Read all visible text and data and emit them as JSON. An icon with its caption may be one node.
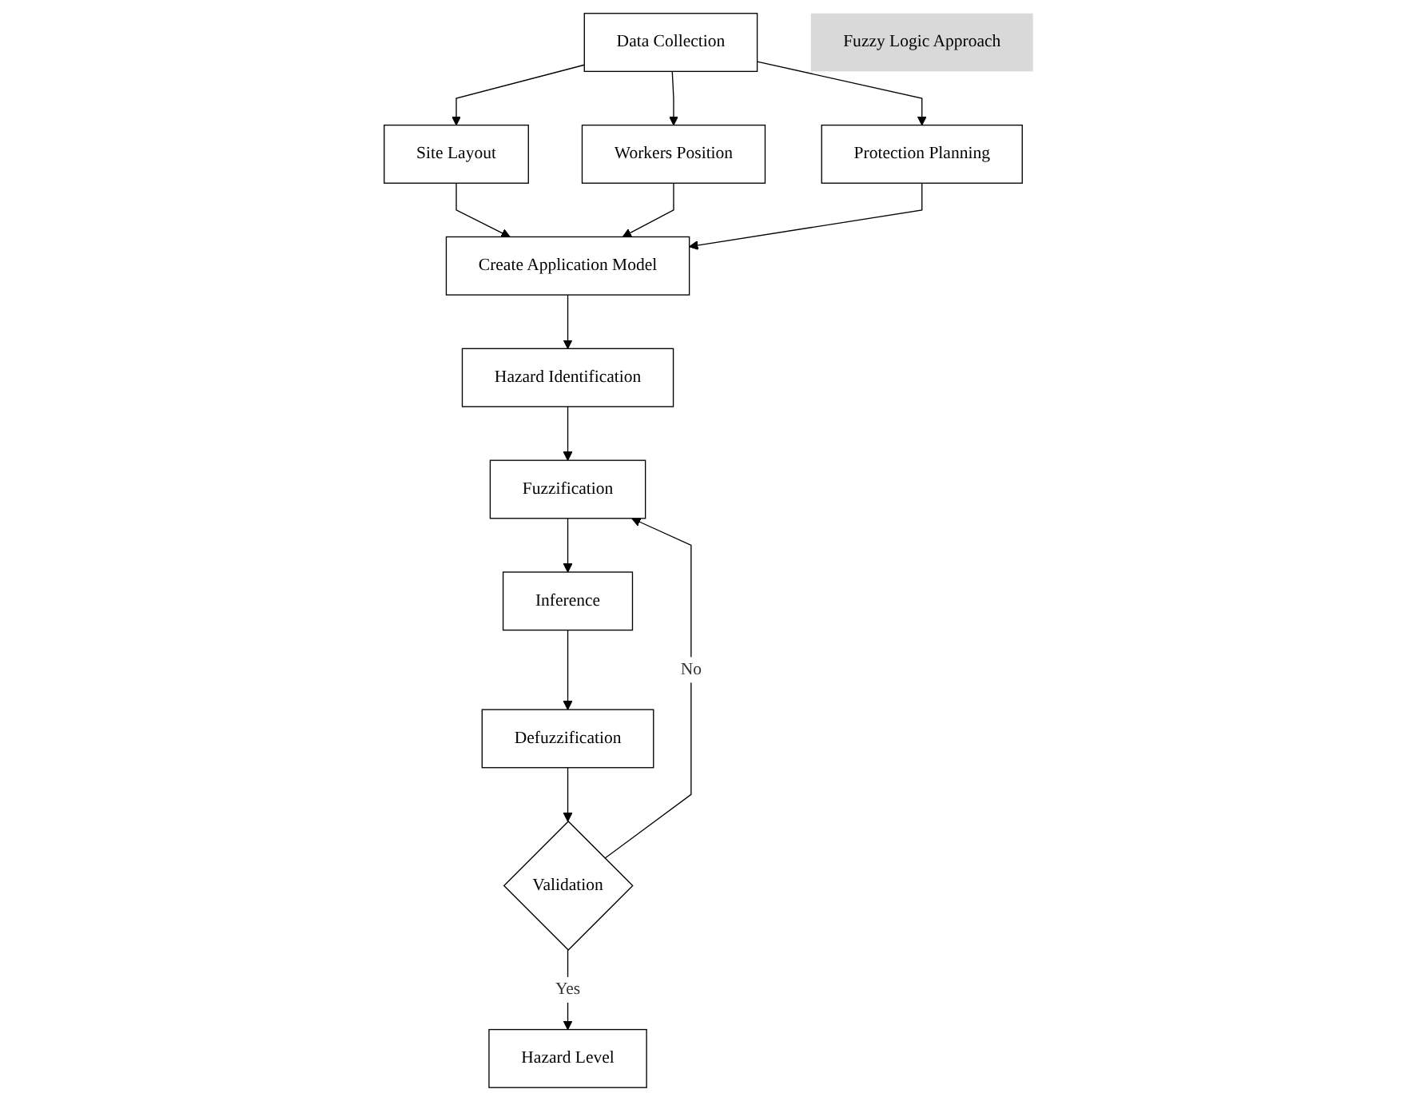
{
  "diagram": {
    "nodes": [
      {
        "text": [
          "Data Collection"
        ]
      },
      {
        "text": [
          "Site Layout"
        ]
      },
      {
        "text": [
          "Workers Position"
        ]
      },
      {
        "text": [
          "Protection Planning"
        ]
      },
      {
        "text": [
          "Create Application Model"
        ]
      },
      {
        "text": [
          "Hazard Identification"
        ]
      },
      {
        "text": [
          "Fuzzification"
        ]
      },
      {
        "text": [
          "Inference"
        ]
      },
      {
        "text": [
          "Defuzzification"
        ]
      },
      {
        "text": [
          "Validation"
        ]
      },
      {
        "text": [
          "Hazard Level"
        ]
      },
      {
        "text": [
          "Fuzzy Logic Approach"
        ]
      }
    ],
    "edges": [
      {
        "from": 0,
        "to": 1,
        "arrow": "to"
      },
      {
        "from": 0,
        "to": 2,
        "arrow": "to"
      },
      {
        "from": 0,
        "to": 3,
        "arrow": "to"
      },
      {
        "from": 1,
        "to": 4,
        "arrow": "to"
      },
      {
        "from": 2,
        "to": 4,
        "arrow": "to"
      },
      {
        "from": 3,
        "to": 4,
        "arrow": "to"
      },
      {
        "from": 4,
        "to": 5,
        "arrow": "to"
      },
      {
        "from": 5,
        "to": 6,
        "arrow": "to"
      },
      {
        "from": 6,
        "to": 7,
        "arrow": "to"
      },
      {
        "from": 7,
        "to": 8,
        "arrow": "to"
      },
      {
        "from": 8,
        "to": 9,
        "arrow": "to"
      },
      {
        "from": 9,
        "to": 10,
        "label": "Yes",
        "arrow": "to"
      },
      {
        "from": 9,
        "to": 6,
        "label": "No",
        "arrow": "to"
      }
    ]
  }
}
